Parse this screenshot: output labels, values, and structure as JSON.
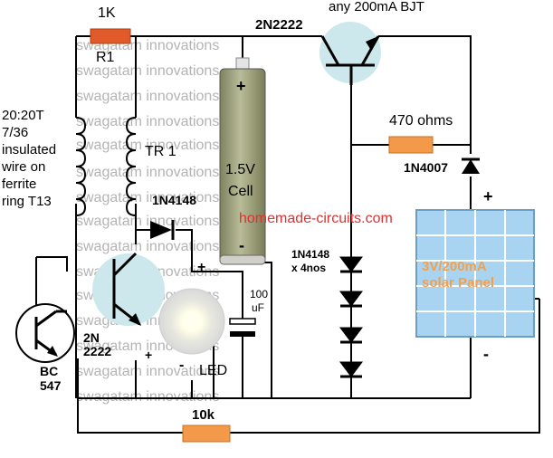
{
  "watermark": {
    "text": "swagatam innovations",
    "site": "homemade-circuits.com"
  },
  "labels": {
    "r1_value": "1K",
    "r1_name": "R1",
    "q_top_part": "2N2222",
    "q_top_note": "any 200mA BJT",
    "r_470": "470 ohms",
    "diode_series": "1N4007",
    "coil_spec": [
      "20:20T",
      "7/36",
      "insulated",
      "wire on",
      "ferrite",
      "ring T13"
    ],
    "transformer": "TR 1",
    "cell_plus": "+",
    "cell_voltage": "1.5V",
    "cell_word": "Cell",
    "cell_minus": "-",
    "diode_osc": "1N4148",
    "diodes_string": [
      "1N4148",
      "x 4nos"
    ],
    "q_osc_part": [
      "2N",
      "2222"
    ],
    "q_bc": [
      "BC",
      "547"
    ],
    "cap_value": [
      "100",
      "uF"
    ],
    "cap_plus": "+",
    "led_minus": "-",
    "led_plus": "+",
    "led": "LED",
    "panel_text": [
      "3V/200mA",
      "solar Panel"
    ],
    "panel_plus": "+",
    "panel_minus": "-",
    "r_base": "10k"
  },
  "colors": {
    "resistor": "#f39a4a",
    "resistor_r1": "#e05a2a",
    "transistor_fill": "#cde8ec",
    "cell_body": "#9da07a",
    "panel_fill": "#a9d4f1",
    "panel_text": "#f0a050",
    "site_text": "#e03030",
    "wire": "#000000"
  }
}
